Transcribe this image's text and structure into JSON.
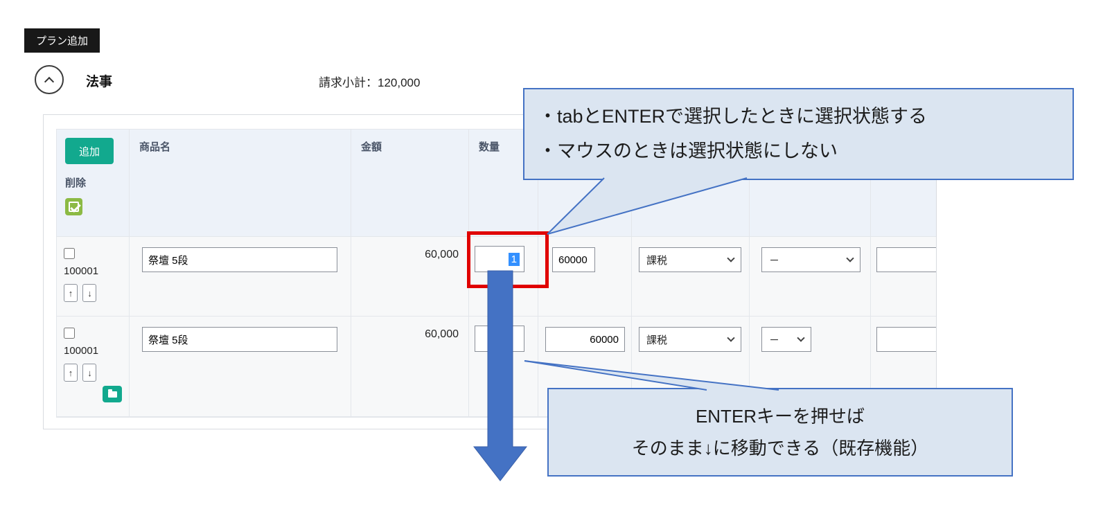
{
  "toolbar": {
    "plan_add_label": "プラン追加"
  },
  "section": {
    "title": "法事",
    "subtotal": "請求小計：120,000"
  },
  "table": {
    "add_button_label": "追加",
    "delete_label": "削除",
    "columns": {
      "product": "商品名",
      "amount": "金額",
      "quantity": "数量"
    },
    "rows": [
      {
        "id": "100001",
        "product": "祭壇 5段",
        "amount": "60,000",
        "quantity": "1",
        "price": "60000",
        "tax": "課税",
        "rounding": "－"
      },
      {
        "id": "100001",
        "product": "祭壇 5段",
        "amount": "60,000",
        "quantity": "",
        "price": "60000",
        "tax": "課税",
        "rounding": "－"
      }
    ]
  },
  "icons": {
    "move_up": "↑",
    "move_down": "↓"
  },
  "annotations": {
    "top_callout": {
      "line1": "・tabとENTERで選択したときに選択状態する",
      "line2": "・マウスのときは選択状態にしない"
    },
    "bottom_callout": {
      "line1": "ENTERキーを押せば",
      "line2": "そのまま↓に移動できる（既存機能）"
    }
  },
  "colors": {
    "add_button": "#12a98e",
    "check_icon": "#8cba44",
    "folder_icon": "#12a98e",
    "callout_fill": "#dbe5f1",
    "callout_border": "#4472c4",
    "arrow": "#4472c4",
    "highlight_box": "#e00000",
    "selection": "#3390ff"
  }
}
